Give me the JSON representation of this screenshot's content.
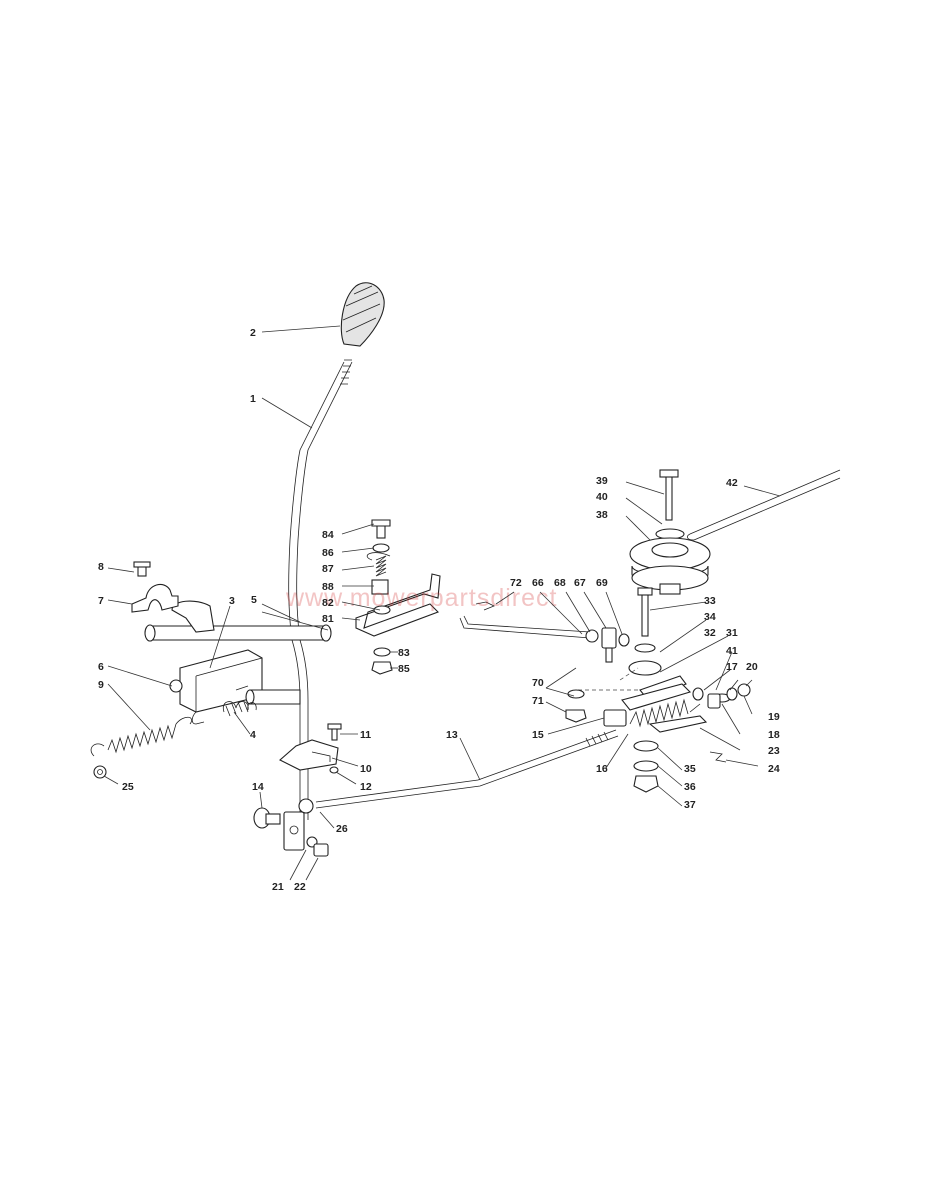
{
  "watermark": "www.mowerpartsdirect",
  "callouts": {
    "c1": "1",
    "c2": "2",
    "c3": "3",
    "c4": "4",
    "c5": "5",
    "c6": "6",
    "c7": "7",
    "c8": "8",
    "c9": "9",
    "c10": "10",
    "c11": "11",
    "c12": "12",
    "c13": "13",
    "c14": "14",
    "c15": "15",
    "c16": "16",
    "c17": "17",
    "c18": "18",
    "c19": "19",
    "c20": "20",
    "c21": "21",
    "c22": "22",
    "c23": "23",
    "c24": "24",
    "c25": "25",
    "c26": "26",
    "c31": "31",
    "c32": "32",
    "c33": "33",
    "c34": "34",
    "c35": "35",
    "c36": "36",
    "c37": "37",
    "c38": "38",
    "c39": "39",
    "c40": "40",
    "c41": "41",
    "c42": "42",
    "c66": "66",
    "c67": "67",
    "c68": "68",
    "c69": "69",
    "c70": "70",
    "c71": "71",
    "c72": "72",
    "c81": "81",
    "c82": "82",
    "c83": "83",
    "c84": "84",
    "c85": "85",
    "c86": "86",
    "c87": "87",
    "c88": "88"
  }
}
